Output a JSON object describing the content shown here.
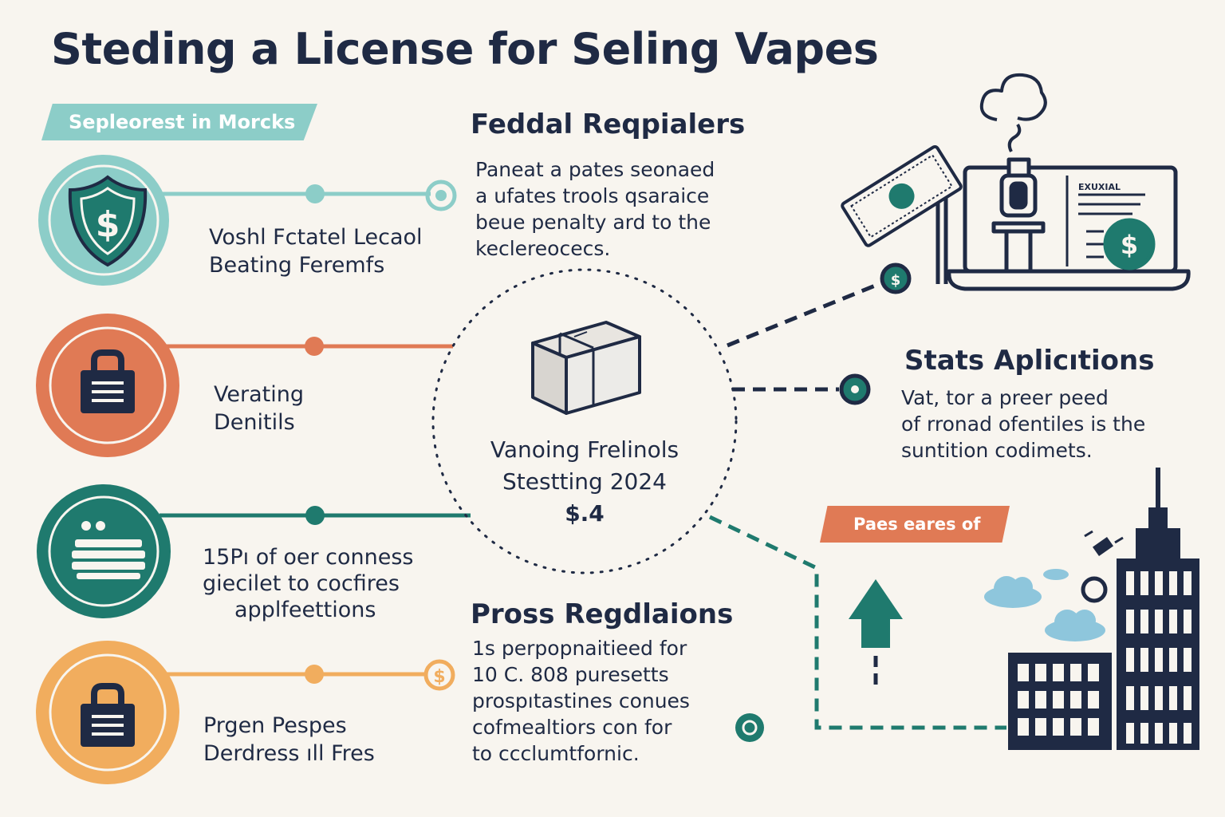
{
  "title": "Steding a License for Seling Vapes",
  "ribbon_top": "Sepleorest in Morcks",
  "ribbon_bottom": "Paes eares of",
  "steps": [
    {
      "lines": [
        "Voshl Fctatel Lecaol",
        "Beating Feremfs"
      ],
      "color": "#8ccdc8",
      "icon": "shield-dollar-icon"
    },
    {
      "lines": [
        "Verating",
        "Denitils"
      ],
      "color": "#e07a55",
      "icon": "document-lock-icon"
    },
    {
      "lines": [
        "15Pı of oer conness",
        "giecilet to cocfires",
        "applfeettions"
      ],
      "color": "#1f7a6e",
      "icon": "keyboard-icon"
    },
    {
      "lines": [
        "Prgen Pespes",
        "Derdress ıll Fres"
      ],
      "color": "#f1ad5e",
      "icon": "document-lock-icon"
    }
  ],
  "federal": {
    "heading": "Feddal Reqpialers",
    "lines": [
      "Paneat a pates seonaed",
      "a ufates trools qsaraice",
      "beue penalty ard to the",
      "keclereocecs."
    ]
  },
  "center": {
    "lines": [
      "Vanoing Frelinols",
      "Stestting 2024",
      "$.4"
    ]
  },
  "stats": {
    "heading": "Stats Aplicıtions",
    "lines": [
      "Vat, tor a preer peed",
      "of rronad ofentiles is the",
      "suntition codimets."
    ]
  },
  "process": {
    "heading": "Pross Regdlaions",
    "lines": [
      "1s perpopnaitieed for",
      "10 C. 808 puresetts",
      "prospıtastines conues",
      "cofmealtiors con for",
      "to ccclumtfornic."
    ]
  },
  "laptop_label": "EXUXIAL",
  "colors": {
    "navy": "#1f2a44",
    "teal": "#1f7a6e",
    "mint": "#8ccdc8",
    "coral": "#e07a55",
    "amber": "#f1ad5e",
    "sky": "#8ec6dc"
  }
}
